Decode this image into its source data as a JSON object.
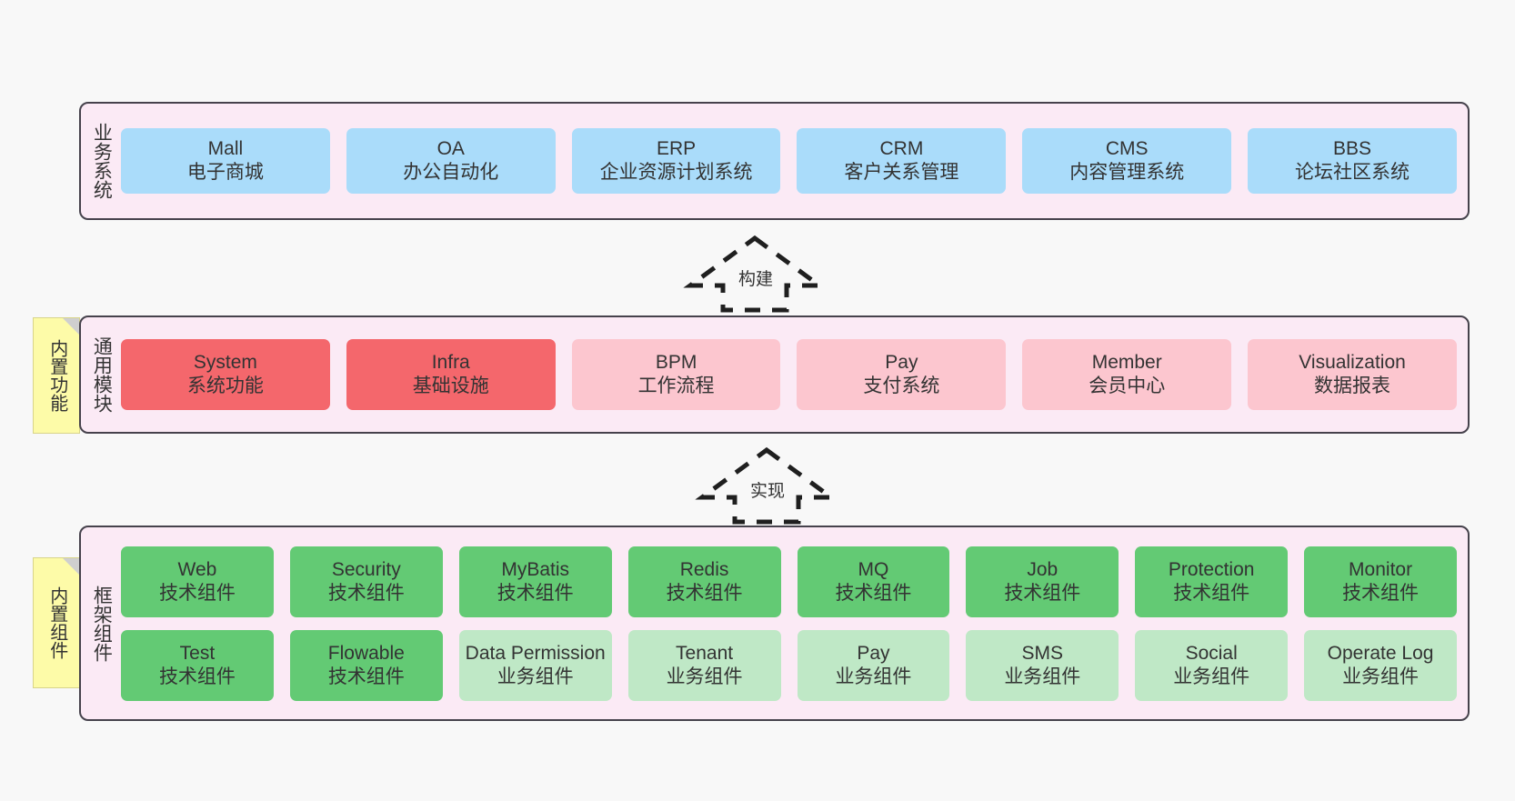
{
  "diagram": {
    "title_hidden": "",
    "colors": {
      "layer_bg": "#fbeaf5",
      "layer_border": "#46424c",
      "business_card": "#aadcfa",
      "module_core": "#f4676c",
      "module_normal": "#fcc6cf",
      "tech_component": "#63ca74",
      "biz_component": "#bfe8c6",
      "note_bg": "#fdfba8",
      "canvas_bg": "#f8f8f8"
    },
    "layers": [
      {
        "id": "business-system",
        "label": "业务系统",
        "rows": [
          {
            "cards": [
              {
                "en": "Mall",
                "cn": "电子商城",
                "style": "c-blue"
              },
              {
                "en": "OA",
                "cn": "办公自动化",
                "style": "c-blue"
              },
              {
                "en": "ERP",
                "cn": "企业资源计划系统",
                "style": "c-blue"
              },
              {
                "en": "CRM",
                "cn": "客户关系管理",
                "style": "c-blue"
              },
              {
                "en": "CMS",
                "cn": "内容管理系统",
                "style": "c-blue"
              },
              {
                "en": "BBS",
                "cn": "论坛社区系统",
                "style": "c-blue"
              }
            ]
          }
        ]
      },
      {
        "id": "common-module",
        "label": "通用模块",
        "note": "内置功能",
        "rows": [
          {
            "cards": [
              {
                "en": "System",
                "cn": "系统功能",
                "style": "c-red"
              },
              {
                "en": "Infra",
                "cn": "基础设施",
                "style": "c-red"
              },
              {
                "en": "BPM",
                "cn": "工作流程",
                "style": "c-pink"
              },
              {
                "en": "Pay",
                "cn": "支付系统",
                "style": "c-pink"
              },
              {
                "en": "Member",
                "cn": "会员中心",
                "style": "c-pink"
              },
              {
                "en": "Visualization",
                "cn": "数据报表",
                "style": "c-pink"
              }
            ]
          }
        ]
      },
      {
        "id": "framework-component",
        "label": "框架组件",
        "note": "内置组件",
        "rows": [
          {
            "cards": [
              {
                "en": "Web",
                "cn": "技术组件",
                "style": "c-green"
              },
              {
                "en": "Security",
                "cn": "技术组件",
                "style": "c-green"
              },
              {
                "en": "MyBatis",
                "cn": "技术组件",
                "style": "c-green"
              },
              {
                "en": "Redis",
                "cn": "技术组件",
                "style": "c-green"
              },
              {
                "en": "MQ",
                "cn": "技术组件",
                "style": "c-green"
              },
              {
                "en": "Job",
                "cn": "技术组件",
                "style": "c-green"
              },
              {
                "en": "Protection",
                "cn": "技术组件",
                "style": "c-green"
              },
              {
                "en": "Monitor",
                "cn": "技术组件",
                "style": "c-green"
              }
            ]
          },
          {
            "cards": [
              {
                "en": "Test",
                "cn": "技术组件",
                "style": "c-green"
              },
              {
                "en": "Flowable",
                "cn": "技术组件",
                "style": "c-green"
              },
              {
                "en": "Data Permission",
                "cn": "业务组件",
                "style": "c-lgreen"
              },
              {
                "en": "Tenant",
                "cn": "业务组件",
                "style": "c-lgreen"
              },
              {
                "en": "Pay",
                "cn": "业务组件",
                "style": "c-lgreen"
              },
              {
                "en": "SMS",
                "cn": "业务组件",
                "style": "c-lgreen"
              },
              {
                "en": "Social",
                "cn": "业务组件",
                "style": "c-lgreen"
              },
              {
                "en": "Operate Log",
                "cn": "业务组件",
                "style": "c-lgreen"
              }
            ]
          }
        ]
      }
    ],
    "connectors": [
      {
        "id": "build",
        "label": "构建",
        "from": "common-module",
        "to": "business-system"
      },
      {
        "id": "implement",
        "label": "实现",
        "from": "framework-component",
        "to": "common-module"
      }
    ]
  }
}
